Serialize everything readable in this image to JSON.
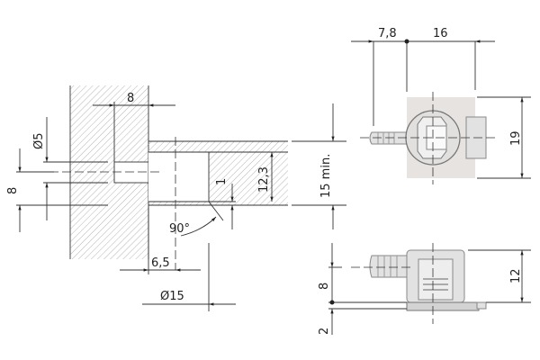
{
  "drawing": {
    "section_view": {
      "hole_depth": "8",
      "hole_diameter": "Ø5",
      "hole_offset": "8",
      "center_distance": "6,5",
      "cup_diameter": "Ø15",
      "cup_depth": "12,3",
      "rim": "1",
      "angle": "90°",
      "panel_thickness": "15 min."
    },
    "top_view": {
      "barb_length": "7,8",
      "body_length": "16",
      "body_width": "19"
    },
    "side_view": {
      "barb_height": "8",
      "base_offset": "2",
      "body_height": "12"
    },
    "colors": {
      "line": "#333333",
      "hatch": "#bbbbbb",
      "part": "#e2e2e2"
    }
  }
}
